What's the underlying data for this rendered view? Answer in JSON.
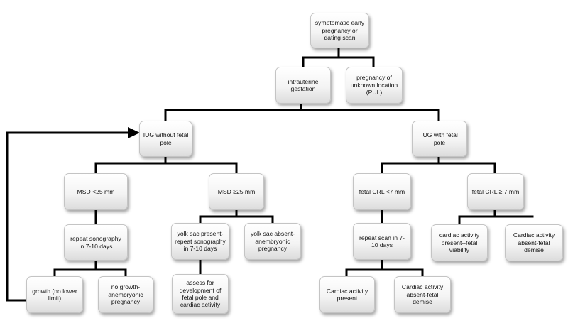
{
  "nodes": {
    "start": "symptomatic early pregnancy or dating scan",
    "intrauterine": "intrauterine gestation",
    "pul": "pregnancy of unknown location (PUL)",
    "iug_no_pole": "IUG without fetal pole",
    "iug_pole": "IUG with fetal pole",
    "msd_lt25": "MSD <25 mm",
    "msd_ge25": "MSD ≥25 mm",
    "crl_lt7": "fetal CRL <7 mm",
    "crl_ge7": "fetal CRL ≥ 7 mm",
    "repeat_sono": "repeat sonography in 7-10 days",
    "yolk_present": "yolk sac present-repeat sonography in 7-10 days",
    "yolk_absent": "yolk sac absent-anembryonic pregnancy",
    "repeat_scan": "repeat scan in 7-10 days",
    "cardiac_viability": "cardiac activity present--fetal viability",
    "cardiac_demise_right": "Cardiac activity absent-fetal demise",
    "growth": "growth (no lower limit)",
    "no_growth": "no  growth-anembryonic pregnancy",
    "assess": "assess for development of fetal pole and cardiac activity",
    "cardiac_present": "Cardiac activity present",
    "cardiac_demise": "Cardiac activity absent-fetal demise"
  }
}
